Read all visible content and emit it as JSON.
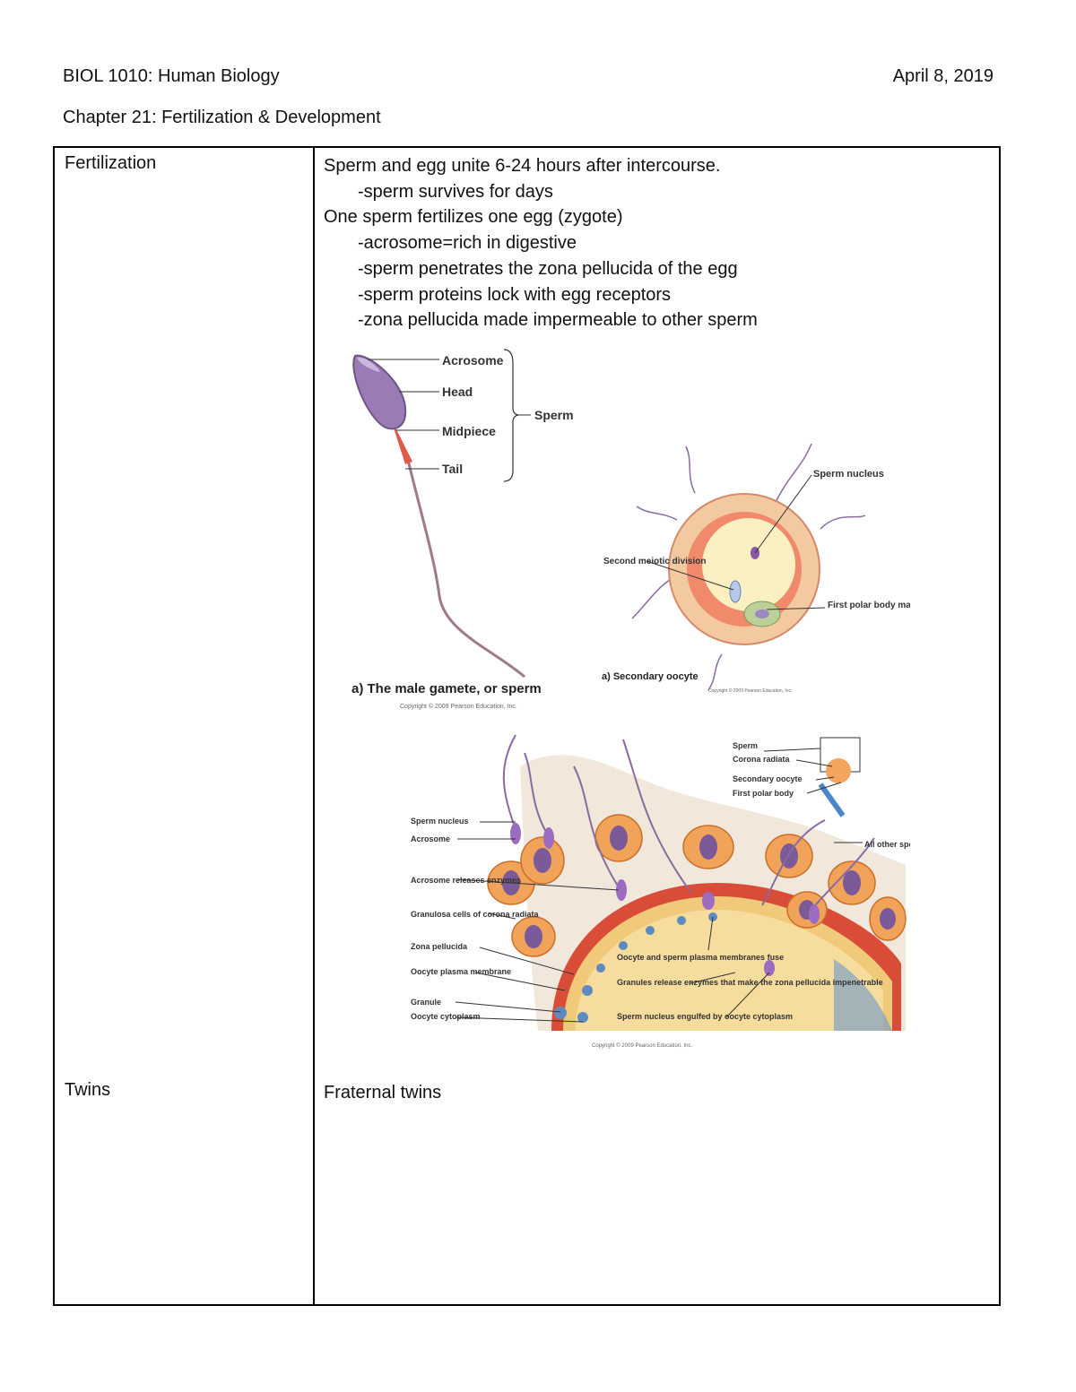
{
  "header": {
    "course": "BIOL 1010: Human Biology",
    "date": "April 8, 2019",
    "chapter": "Chapter 21: Fertilization & Development"
  },
  "rows": {
    "fertilization": {
      "term": "Fertilization",
      "notes": [
        "Sperm and egg unite 6-24 hours after intercourse.",
        "-sperm survives for days",
        "One sperm fertilizes one egg (zygote)",
        "-acrosome=rich in digestive",
        "-sperm penetrates the zona pellucida of the egg",
        "-sperm proteins lock with egg receptors",
        "-zona pellucida made impermeable to other sperm"
      ]
    },
    "twins": {
      "term": "Twins",
      "notes": [
        "Fraternal twins"
      ]
    }
  },
  "figures": {
    "sperm": {
      "labels": [
        "Acrosome",
        "Head",
        "Midpiece",
        "Tail",
        "Sperm"
      ],
      "caption": "a) The male gamete, or sperm",
      "copyright": "Copyright © 2009 Pearson Education, Inc."
    },
    "oocyte": {
      "labels": [
        "Sperm nucleus",
        "Second meiotic division",
        "First polar body may also divide"
      ],
      "caption": "a) Secondary oocyte",
      "copyright": "Copyright © 2009 Pearson Education, Inc."
    },
    "fusion": {
      "labels": [
        "Sperm nucleus",
        "Acrosome",
        "Acrosome releases enzymes",
        "Granulosa cells of corona radiata",
        "Zona pellucida",
        "Oocyte plasma membrane",
        "Granule",
        "Oocyte cytoplasm",
        "Oocyte and sperm plasma membranes fuse",
        "Granules release enzymes that make the zona pellucida impenetrable",
        "Sperm nucleus engulfed by oocyte cytoplasm",
        "Sperm",
        "Corona radiata",
        "Secondary oocyte",
        "First polar body",
        "All other sperm denied entrance"
      ],
      "copyright": "Copyright © 2009 Pearson Education, Inc."
    }
  }
}
